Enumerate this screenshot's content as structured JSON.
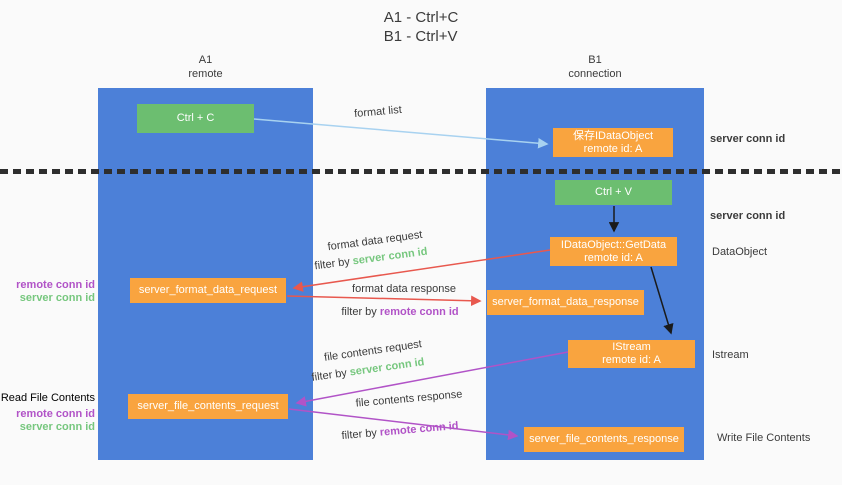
{
  "title": {
    "line1": "A1 - Ctrl+C",
    "line2": "B1 - Ctrl+V"
  },
  "columns": {
    "a": {
      "name": "A1",
      "subtitle": "remote"
    },
    "b": {
      "name": "B1",
      "subtitle": "connection"
    }
  },
  "nodes": {
    "ctrl_c": {
      "label": "Ctrl + C"
    },
    "ctrl_v": {
      "label": "Ctrl + V"
    },
    "save_dataobject": {
      "line1": "保存IDataObject",
      "line2": "remote id: A"
    },
    "getdata": {
      "line1": "IDataObject::GetData",
      "line2": "remote id: A"
    },
    "istream": {
      "line1": "IStream",
      "line2": "remote id: A"
    },
    "server_format_data_request": {
      "label": "server_format_data_request"
    },
    "server_format_data_response": {
      "label": "server_format_data_response"
    },
    "server_file_contents_request": {
      "label": "server_file_contents_request"
    },
    "server_file_contents_response": {
      "label": "server_file_contents_response"
    }
  },
  "arrow_labels": {
    "format_list": "format list",
    "format_data_request": "format data request",
    "format_data_response": "format data response",
    "file_contents_request": "file contents request",
    "file_contents_response": "file contents response",
    "filter_by": "filter by",
    "server_conn_id": "server conn id",
    "remote_conn_id": "remote conn id"
  },
  "side_labels": {
    "left_top": {
      "remote_conn_id": "remote conn id",
      "server_conn_id": "server conn id"
    },
    "left_bottom": {
      "read_file_contents": "Read File Contents",
      "remote_conn_id": "remote conn id",
      "server_conn_id": "server conn id"
    },
    "right": {
      "server_conn_id_top": "server conn id",
      "server_conn_id_mid": "server conn id",
      "dataobject": "DataObject",
      "istream": "Istream",
      "write_file_contents": "Write File Contents"
    }
  },
  "colors": {
    "background": "#FAFAFA",
    "column_blue": "#4C80D8",
    "box_green": "#6CBE70",
    "box_orange": "#F9A43F",
    "arrow_red": "#E8584E",
    "arrow_purple": "#B153C7",
    "arrow_light_blue": "#A8D2F0",
    "arrow_black": "#1A1A1A",
    "label_green": "#76C77E",
    "label_purple": "#B153C7",
    "text_dark": "#3B3B3B"
  }
}
